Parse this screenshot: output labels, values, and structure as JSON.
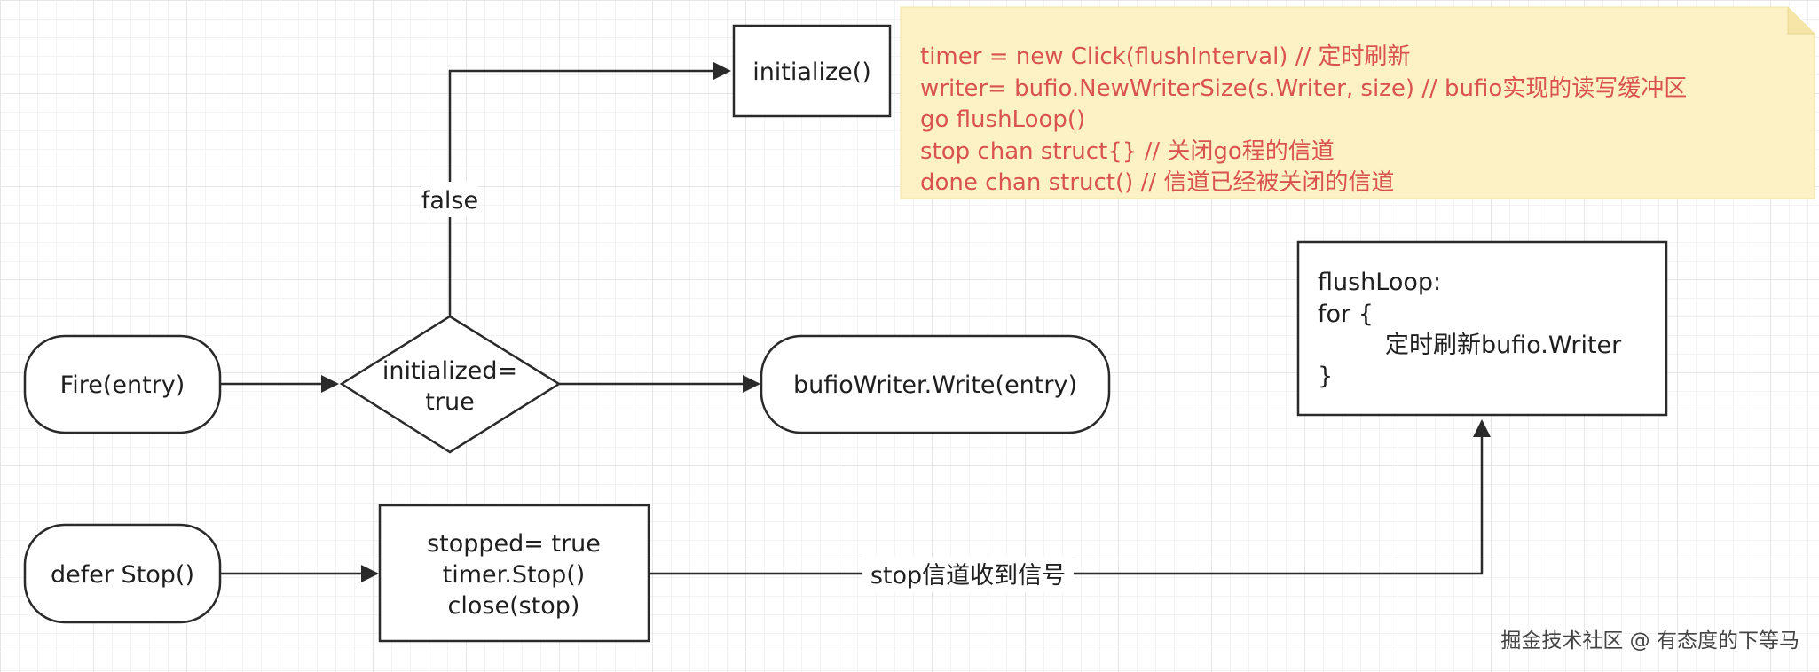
{
  "colors": {
    "stroke": "#2a2a2a",
    "note_fill": "#fdf2c6",
    "note_text": "#d9534f"
  },
  "nodes": {
    "fire": {
      "label": "Fire(entry)"
    },
    "decision": {
      "line1": "initialized=",
      "line2": "true"
    },
    "initialize": {
      "label": "initialize()"
    },
    "write": {
      "label": "bufioWriter.Write(entry)"
    },
    "defer_stop": {
      "label": "defer  Stop()"
    },
    "stop_box": {
      "line1": "stopped= true",
      "line2": "timer.Stop()",
      "line3": "close(stop)"
    },
    "flushloop": {
      "line1": "flushLoop:",
      "line2": "for {",
      "line3": "定时刷新bufio.Writer",
      "line4": "}"
    }
  },
  "note": {
    "lines": [
      "timer = new Click(flushInterval)   // 定时刷新",
      "writer= bufio.NewWriterSize(s.Writer, size)    //  bufio实现的读写缓冲区",
      "go flushLoop()",
      "stop chan struct{}   //   关闭go程的信道",
      "done chan struct()  //   信道已经被关闭的信道"
    ]
  },
  "edges": {
    "false_label": "false",
    "signal_label": "stop信道收到信号"
  },
  "watermark": "掘金技术社区 @ 有态度的下等马"
}
